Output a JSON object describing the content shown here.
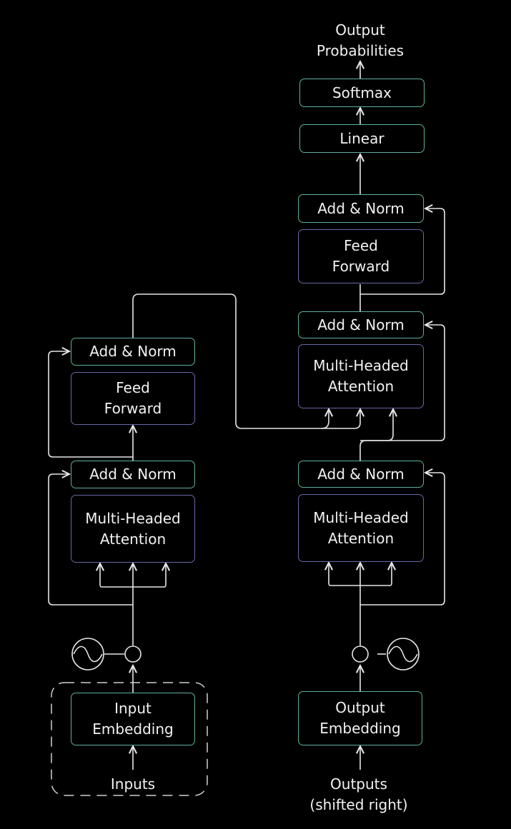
{
  "output_label": "Output\nProbabilities",
  "decoder": {
    "softmax": "Softmax",
    "linear": "Linear",
    "add_norm_ff": "Add & Norm",
    "feed_forward": "Feed\nForward",
    "add_norm_cross": "Add & Norm",
    "cross_attention": "Multi-Headed\nAttention",
    "add_norm_self": "Add & Norm",
    "self_attention": "Multi-Headed\nAttention",
    "embedding": "Output\nEmbedding",
    "input_label": "Outputs\n(shifted right)"
  },
  "encoder": {
    "add_norm_ff": "Add & Norm",
    "feed_forward": "Feed\nForward",
    "add_norm_attn": "Add & Norm",
    "attention": "Multi-Headed\nAttention",
    "embedding": "Input\nEmbedding",
    "input_label": "Inputs"
  },
  "colors": {
    "norm_box_border": "#5fb0a0",
    "block_box_border": "#6868a8",
    "lines": "#e6e6e6",
    "background": "#000000"
  },
  "icons": [
    "sine-wave-icon",
    "plus-circle-icon"
  ]
}
